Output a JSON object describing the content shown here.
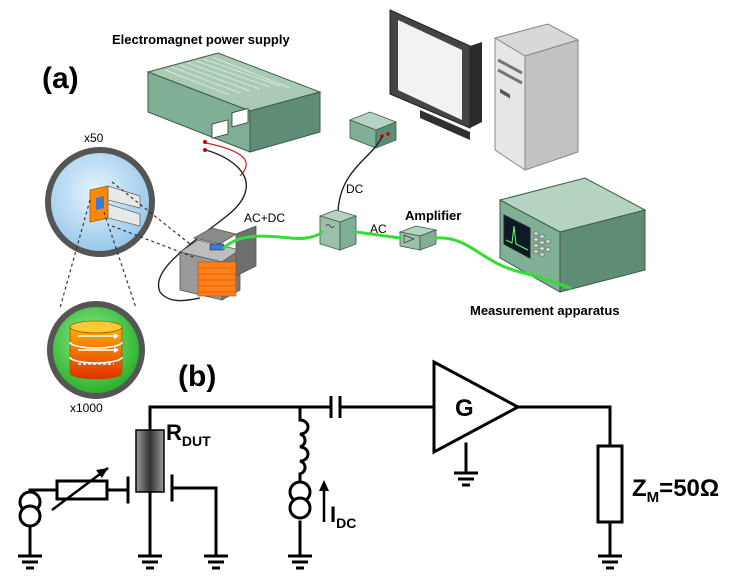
{
  "panel_a": {
    "label": "(a)",
    "power_supply": "Electromagnet power supply",
    "zoom_low": "x50",
    "zoom_high": "x1000",
    "ac_dc": "AC+DC",
    "dc": "DC",
    "ac": "AC",
    "amplifier": "Amplifier",
    "measurement": "Measurement apparatus"
  },
  "panel_b": {
    "label": "(b)",
    "r_dut": "R",
    "r_dut_sub": "DUT",
    "gain": "G",
    "i_dc": "I",
    "i_dc_sub": "DC",
    "z_m": "Z",
    "z_m_sub": "M",
    "z_m_value": "=50Ω"
  },
  "colors": {
    "green_wire": "#33dd33",
    "device_body": "#7faf94",
    "device_dark": "#4e7a63",
    "electromagnet": "#8a8a8a",
    "sample_orange": "#ff8800",
    "lens_blue": "#bfe0f5",
    "lens_green": "#3fc43f",
    "monitor": "#333333"
  }
}
